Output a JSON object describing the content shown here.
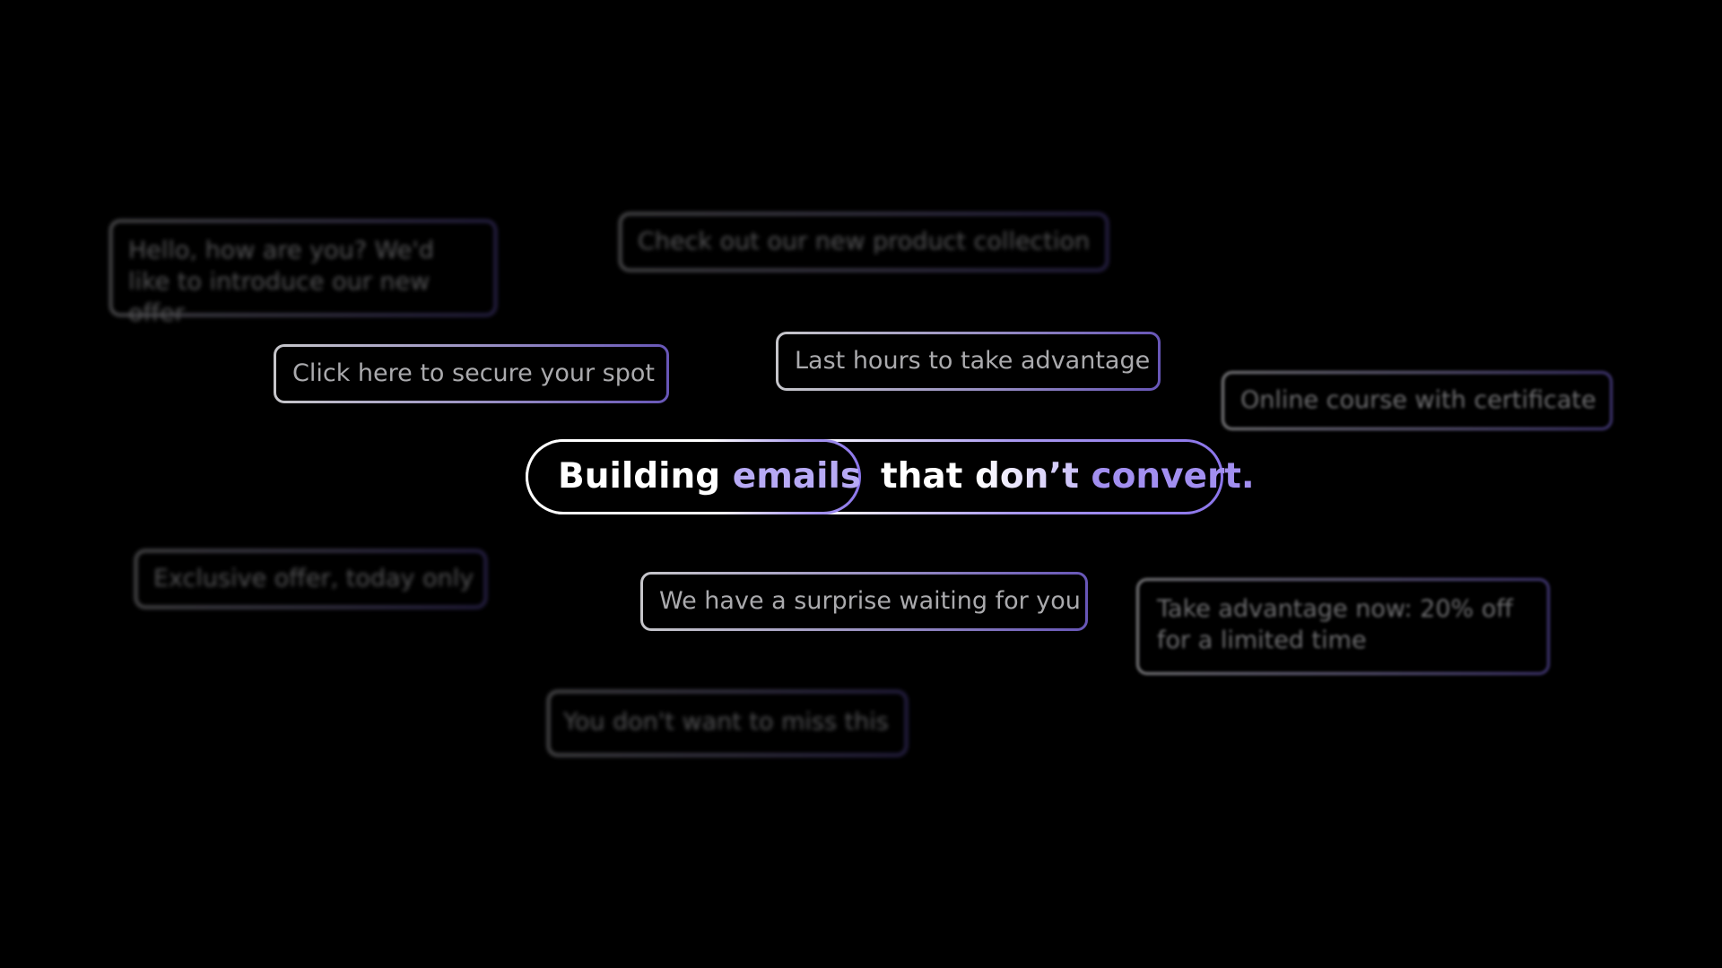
{
  "bubbles": {
    "hello": "Hello, how are you? We'd like to introduce our new offer",
    "check": "Check out our new product collection",
    "click": "Click here to secure your spot",
    "last": "Last hours to take advantage",
    "online": "Online course with certificate",
    "exclusive": "Exclusive offer, today only",
    "surprise": "We have a surprise waiting for you",
    "take": "Take advantage now: 20% off for a limited time",
    "miss": "You don't want to miss this"
  },
  "hero": {
    "part1": "Building",
    "part2": "emails",
    "part3": "that",
    "part4": "don’t",
    "part5": "convert."
  },
  "colors": {
    "background": "#000000",
    "accent": "#8b75ea",
    "accent_light": "#b7aaf5"
  }
}
